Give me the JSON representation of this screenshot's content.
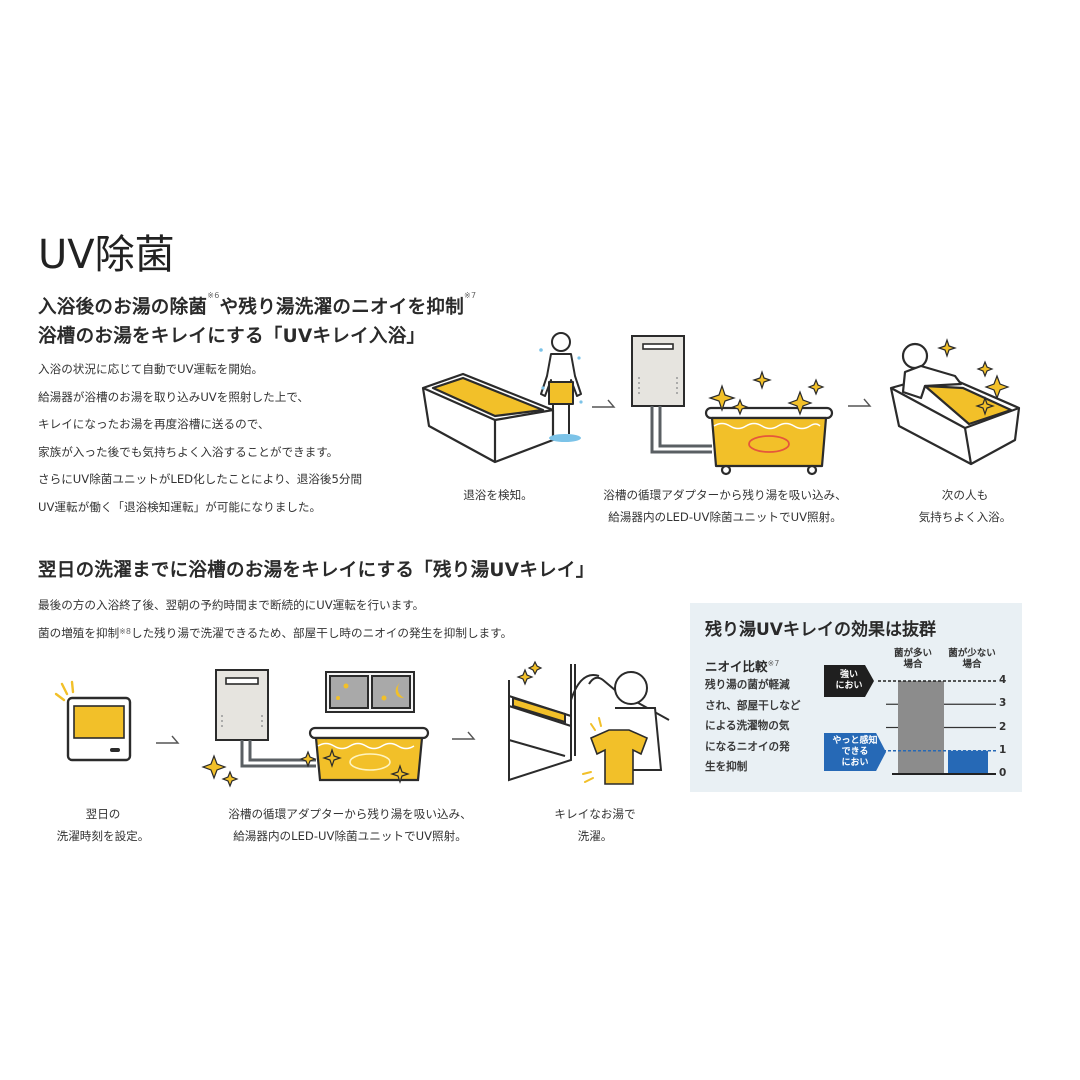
{
  "page": {
    "title": "UV除菌"
  },
  "section1": {
    "heading_line1_part1": "入浴後のお湯の除菌",
    "heading_line1_note1": "※6",
    "heading_line1_part2": "や残り湯洗濯のニオイを抑制",
    "heading_line1_note2": "※7",
    "heading_line2": "浴槽のお湯をキレイにする「UVキレイ入浴」",
    "body_lines": [
      "入浴の状況に応じて自動でUV運転を開始。",
      "給湯器が浴槽のお湯を取り込みUVを照射した上で、",
      "キレイになったお湯を再度浴槽に送るので、",
      "家族が入った後でも気持ちよく入浴することができます。",
      "さらにUV除菌ユニットがLED化したことにより、退浴後5分間",
      "UV運転が働く「退浴検知運転」が可能になりました。"
    ],
    "steps": [
      {
        "caption_lines": [
          "退浴を検知。"
        ],
        "illustration": "person-leaving-bath"
      },
      {
        "caption_lines": [
          "浴槽の循環アダプターから残り湯を吸い込み、",
          "給湯器内のLED-UV除菌ユニットでUV照射。"
        ],
        "illustration": "water-heater-circulating-bath"
      },
      {
        "caption_lines": [
          "次の人も",
          "気持ちよく入浴。"
        ],
        "illustration": "person-relaxing-in-bath"
      }
    ]
  },
  "section2": {
    "heading": "翌日の洗濯までに浴槽のお湯をキレイにする「残り湯UVキレイ」",
    "body_line1": "最後の方の入浴終了後、翌朝の予約時間まで断続的にUV運転を行います。",
    "body_line2_part1": "菌の増殖を抑制",
    "body_line2_note": "※8",
    "body_line2_part2": "した残り湯で洗濯できるため、部屋干し時のニオイの発生を抑制します。",
    "steps": [
      {
        "caption_lines": [
          "翌日の",
          "洗濯時刻を設定。"
        ],
        "illustration": "remote-controller"
      },
      {
        "caption_lines": [
          "浴槽の循環アダプターから残り湯を吸い込み、",
          "給湯器内のLED-UV除菌ユニットでUV照射。"
        ],
        "illustration": "water-heater-bath-night"
      },
      {
        "caption_lines": [
          "キレイなお湯で",
          "洗濯。"
        ],
        "illustration": "person-holding-shirt"
      }
    ]
  },
  "colors": {
    "accent_yellow": "#f2c029",
    "outline": "#2b2b2b",
    "heater_gray": "#e6e4df",
    "pipe_gray": "#5a5f63",
    "chart_bg": "#e9f0f4",
    "bar_gray": "#8c8c8c",
    "bar_blue": "#2669b6",
    "tag_dark": "#1f1f1f",
    "circulation_red": "#e5573b",
    "water_splash_blue": "#7cc3e8"
  },
  "chart_data": {
    "type": "bar",
    "title": "残り湯UVキレイの効果は抜群",
    "subtitle": "ニオイ比較",
    "subtitle_note": "※7",
    "description_lines": [
      "残り湯の菌が軽減",
      "され、部屋干しなど",
      "による洗濯物の気",
      "になるニオイの発",
      "生を抑制"
    ],
    "categories": [
      {
        "line1": "菌が多い",
        "line2": "場合"
      },
      {
        "line1": "菌が少ない",
        "line2": "場合"
      }
    ],
    "values": [
      4,
      1
    ],
    "ylim": [
      0,
      4
    ],
    "yticks": [
      "0",
      "1",
      "2",
      "3",
      "4"
    ],
    "reference_labels": [
      {
        "lines": [
          "強い",
          "におい"
        ],
        "value": 4,
        "style": "dark"
      },
      {
        "lines": [
          "やっと感知",
          "できる",
          "におい"
        ],
        "value": 1,
        "style": "blue"
      }
    ],
    "grid": true,
    "legend": "none"
  }
}
